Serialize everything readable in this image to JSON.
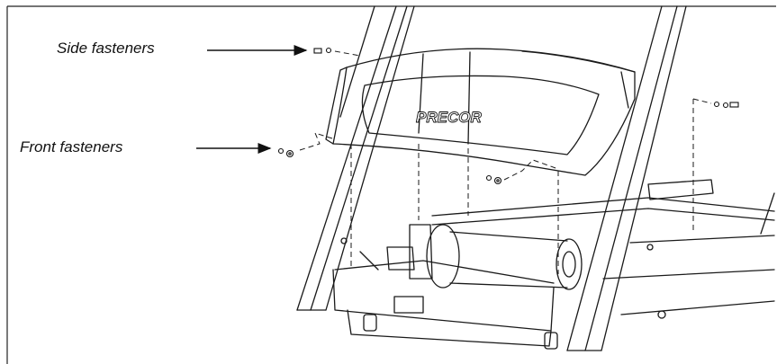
{
  "figure": {
    "brand_logo": "PRECOR",
    "callouts": [
      {
        "id": "side",
        "label": "Side fasteners"
      },
      {
        "id": "front",
        "label": "Front fasteners"
      }
    ],
    "line_color": "#1a1a1a",
    "background": "#ffffff"
  }
}
